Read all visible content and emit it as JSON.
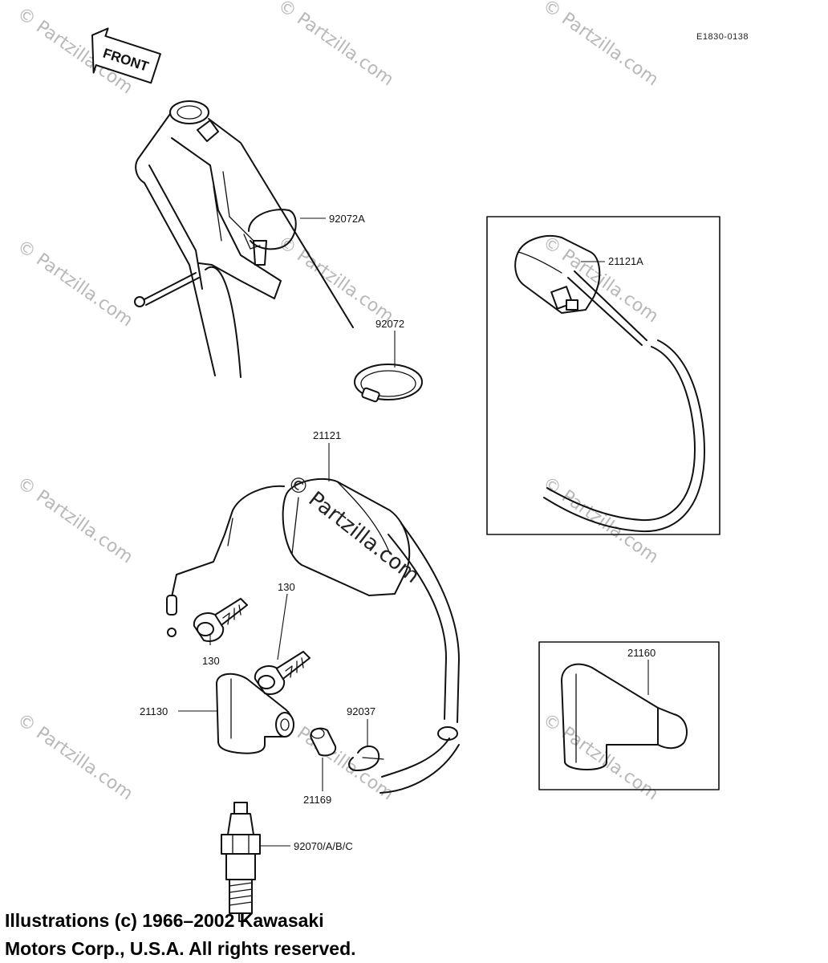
{
  "diagram_code": "E1830-0138",
  "front_label": "FRONT",
  "watermark_text": "© Partzilla.com",
  "center_watermark_text": "© Partzilla.com",
  "parts": {
    "p92072A": "92072A",
    "p92072": "92072",
    "p21121A": "21121A",
    "p21121": "21121",
    "p130a": "130",
    "p130b": "130",
    "p21130": "21130",
    "p92037": "92037",
    "p21169": "21169",
    "p21160": "21160",
    "p92070": "92070/A/B/C"
  },
  "copyright": {
    "line1": "Illustrations (c) 1966–2002 Kawasaki",
    "line2": "Motors Corp., U.S.A.  All rights reserved."
  }
}
